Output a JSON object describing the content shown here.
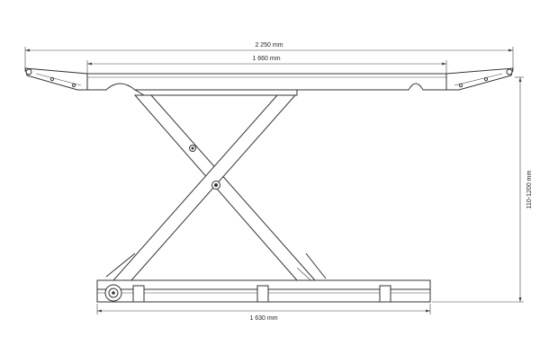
{
  "dimensions": {
    "overall_width": "2 250 mm",
    "platform_width": "1 660 mm",
    "base_width": "1 630 mm",
    "height_range": "110-1200 mm"
  }
}
